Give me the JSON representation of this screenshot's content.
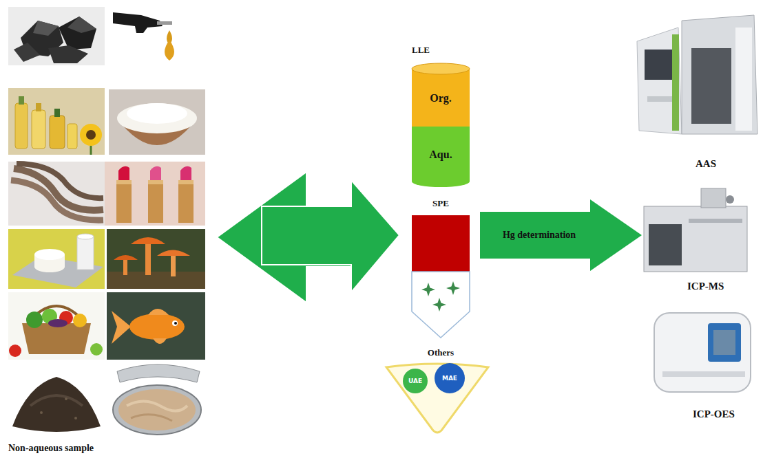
{
  "diagram": {
    "nodes": [
      {
        "text": [
          "LLE"
        ]
      },
      {
        "text": [
          "Org."
        ],
        "in": 0
      },
      {
        "text": [
          "Aqu."
        ],
        "in": 0
      },
      {
        "text": [
          "SPE"
        ]
      },
      {
        "text": [
          "Hg determination"
        ]
      },
      {
        "text": [
          "Others"
        ]
      },
      {
        "text": [
          "UAE"
        ],
        "in": 5
      },
      {
        "text": [
          "MAE"
        ],
        "in": 5
      }
    ],
    "labels": [
      "AAS",
      "ICP-MS",
      "ICP-OES",
      "Non-aqueous sample"
    ]
  }
}
